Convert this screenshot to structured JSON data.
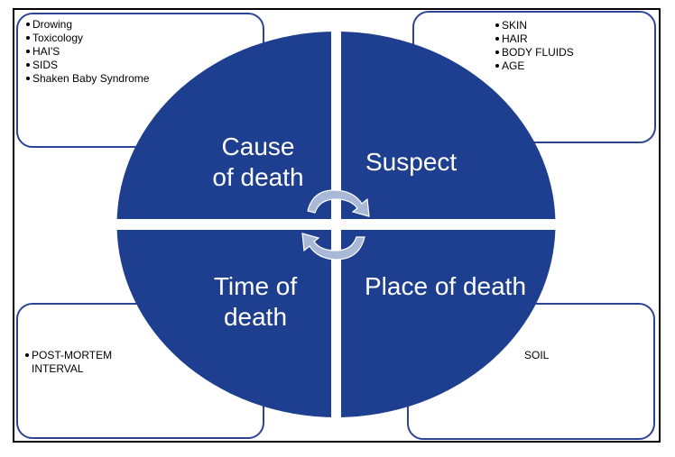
{
  "quadrants": {
    "cause": "Cause of death",
    "suspect": "Suspect",
    "time": "Time of death",
    "place": "Place of death"
  },
  "cards": {
    "cause_items": [
      "Drowing",
      "Toxicology",
      "HAI'S",
      "SIDS",
      "Shaken Baby Syndrome"
    ],
    "suspect_items": [
      "SKIN",
      "HAIR",
      "BODY FLUIDS",
      "AGE"
    ],
    "time_items": [
      "POST-MORTEM INTERVAL"
    ],
    "place_text": "SOIL"
  },
  "colors": {
    "circle_fill": "#1e3f8f",
    "card_border": "#2b4594",
    "arrow_fill": "#a9b8d6",
    "arrow_outline": "#ffffff"
  }
}
